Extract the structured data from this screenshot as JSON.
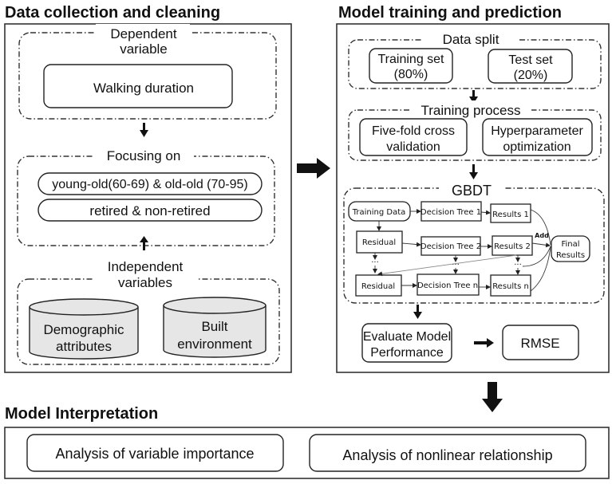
{
  "sections": {
    "data_collection": {
      "title": "Data collection and cleaning",
      "dependent": {
        "group_label_line1": "Dependent",
        "group_label_line2": "variable",
        "item": "Walking duration"
      },
      "focusing": {
        "group_label": "Focusing on",
        "items": [
          "young-old(60-69) & old-old (70-95)",
          "retired & non-retired"
        ]
      },
      "independent": {
        "group_label_line1": "Independent",
        "group_label_line2": "variables",
        "databases": [
          {
            "line1": "Demographic",
            "line2": "attributes",
            "icon": "database-cylinder-icon"
          },
          {
            "line1": "Built",
            "line2": "environment",
            "icon": "database-cylinder-icon"
          }
        ]
      }
    },
    "model_training": {
      "title": "Model training and prediction",
      "data_split": {
        "group_label": "Data split",
        "items": [
          {
            "line1": "Training set",
            "line2": "(80%)"
          },
          {
            "line1": "Test set",
            "line2": "(20%)"
          }
        ]
      },
      "training_process": {
        "group_label": "Training process",
        "items": [
          {
            "line1": "Five-fold cross",
            "line2": "validation"
          },
          {
            "line1": "Hyperparameter",
            "line2": "optimization"
          }
        ]
      },
      "gbdt": {
        "group_label": "GBDT",
        "training_data": "Training Data",
        "residual_1": "Residual",
        "residual_n": "Residual",
        "tree_1": "Decision Tree 1",
        "tree_2": "Decision Tree 2",
        "tree_n": "Decision Tree n",
        "results_1": "Results 1",
        "results_2": "Results 2",
        "results_n": "Results n",
        "add_label": "Add",
        "final_line1": "Final",
        "final_line2": "Results",
        "ellipsis": "···"
      },
      "evaluate": {
        "line1": "Evaluate Model",
        "line2": "Performance"
      },
      "metric": "RMSE"
    },
    "interpretation": {
      "title": "Model Interpretation",
      "items": [
        "Analysis of variable importance",
        "Analysis of nonlinear relationship"
      ]
    }
  },
  "arrows": {
    "main_flow": "right-arrow-icon",
    "to_interpretation": "down-arrow-icon"
  }
}
